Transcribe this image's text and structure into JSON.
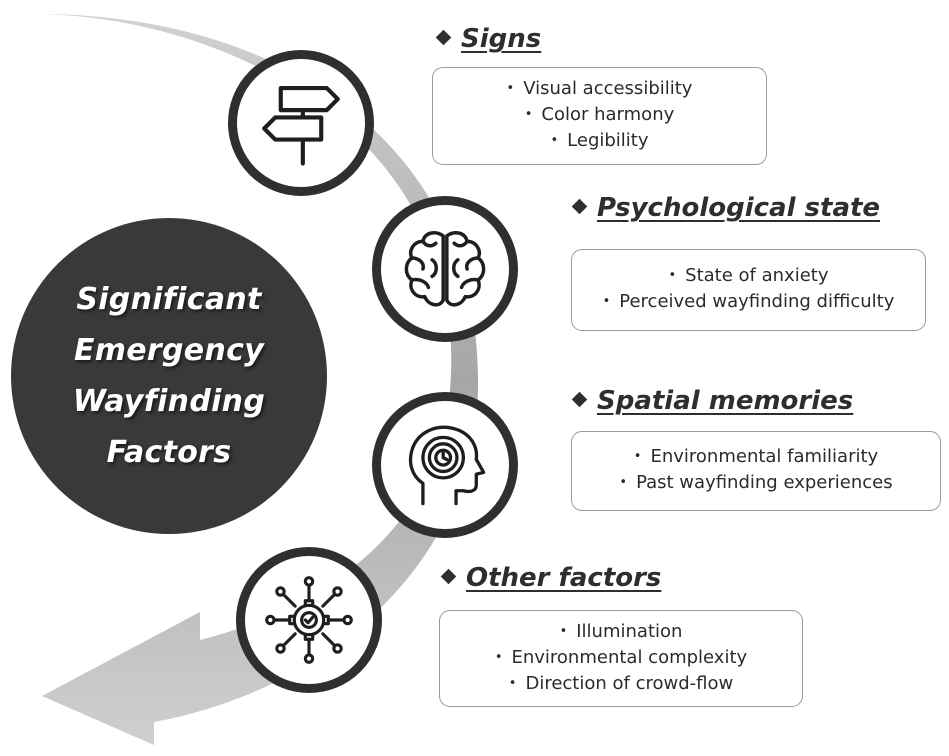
{
  "center": {
    "lines": [
      "Significant",
      "Emergency",
      "Wayfinding",
      "Factors"
    ]
  },
  "factors": [
    {
      "title": "Signs",
      "icon": "signpost-icon",
      "items": [
        "Visual accessibility",
        "Color harmony",
        "Legibility"
      ]
    },
    {
      "title": "Psychological state",
      "icon": "brain-icon",
      "items": [
        "State of anxiety",
        "Perceived wayfinding difficulty"
      ]
    },
    {
      "title": "Spatial memories",
      "icon": "head-memory-icon",
      "items": [
        "Environmental familiarity",
        "Past wayfinding experiences"
      ]
    },
    {
      "title": "Other factors",
      "icon": "gear-network-icon",
      "items": [
        "Illumination",
        "Environmental complexity",
        "Direction of crowd-flow"
      ]
    }
  ],
  "colors": {
    "center_disc": "#3a3838",
    "arrow_light": "#d2d2d2",
    "arrow_dark": "#a6a6a6",
    "icon_ring": "#2f2f2f",
    "box_border": "#9a9a9a"
  }
}
